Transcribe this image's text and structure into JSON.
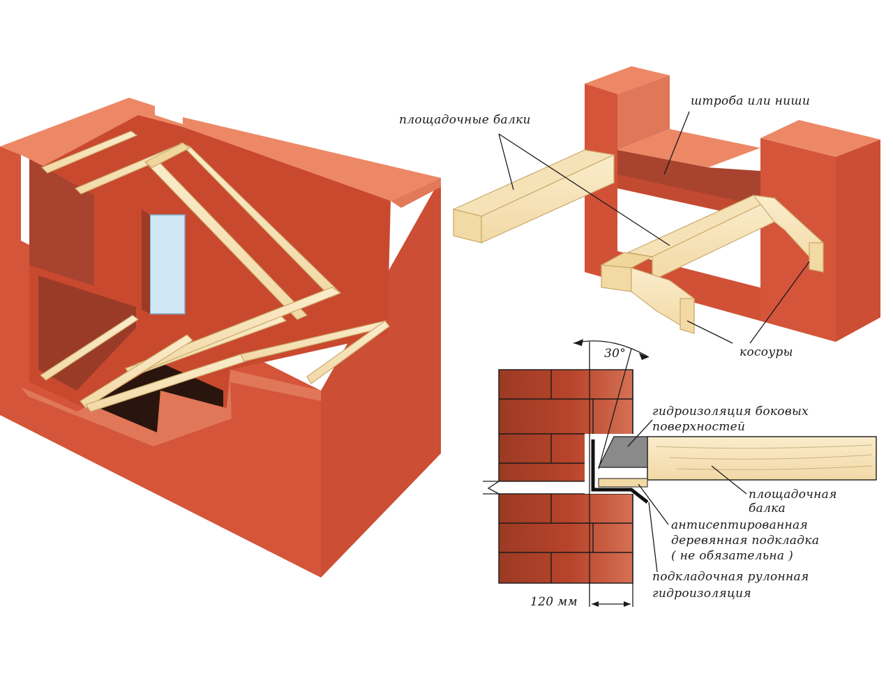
{
  "labels": {
    "landing_beams": "площадочные балки",
    "chase_or_niches": "штроба или ниши",
    "stringers": "косоуры",
    "side_waterproofing_line1": "гидроизоляция боковых",
    "side_waterproofing_line2": "поверхностей",
    "landing_beam_line1": "площадочная",
    "landing_beam_line2": "балка",
    "wood_pad_line1": "антисептированная",
    "wood_pad_line2": "деревянная подкладка",
    "wood_pad_line3": "( не обязательна )",
    "roll_waterproofing_line1": "подкладочная рулонная",
    "roll_waterproofing_line2": "гидроизоляция",
    "angle": "30°",
    "depth": "120 мм"
  },
  "colors": {
    "brick_front": "#d4553a",
    "brick_side": "#cf4f35",
    "brick_top": "#ec8866",
    "brick_inner": "#a8432f",
    "wood_face": "#f7e5be",
    "wood_end": "#f3d9a3",
    "wood_edge": "#e9cf9a",
    "window": "#cfe7f5",
    "waterproofing_gray": "#8a8a8a",
    "outline": "#1a1a1a"
  }
}
